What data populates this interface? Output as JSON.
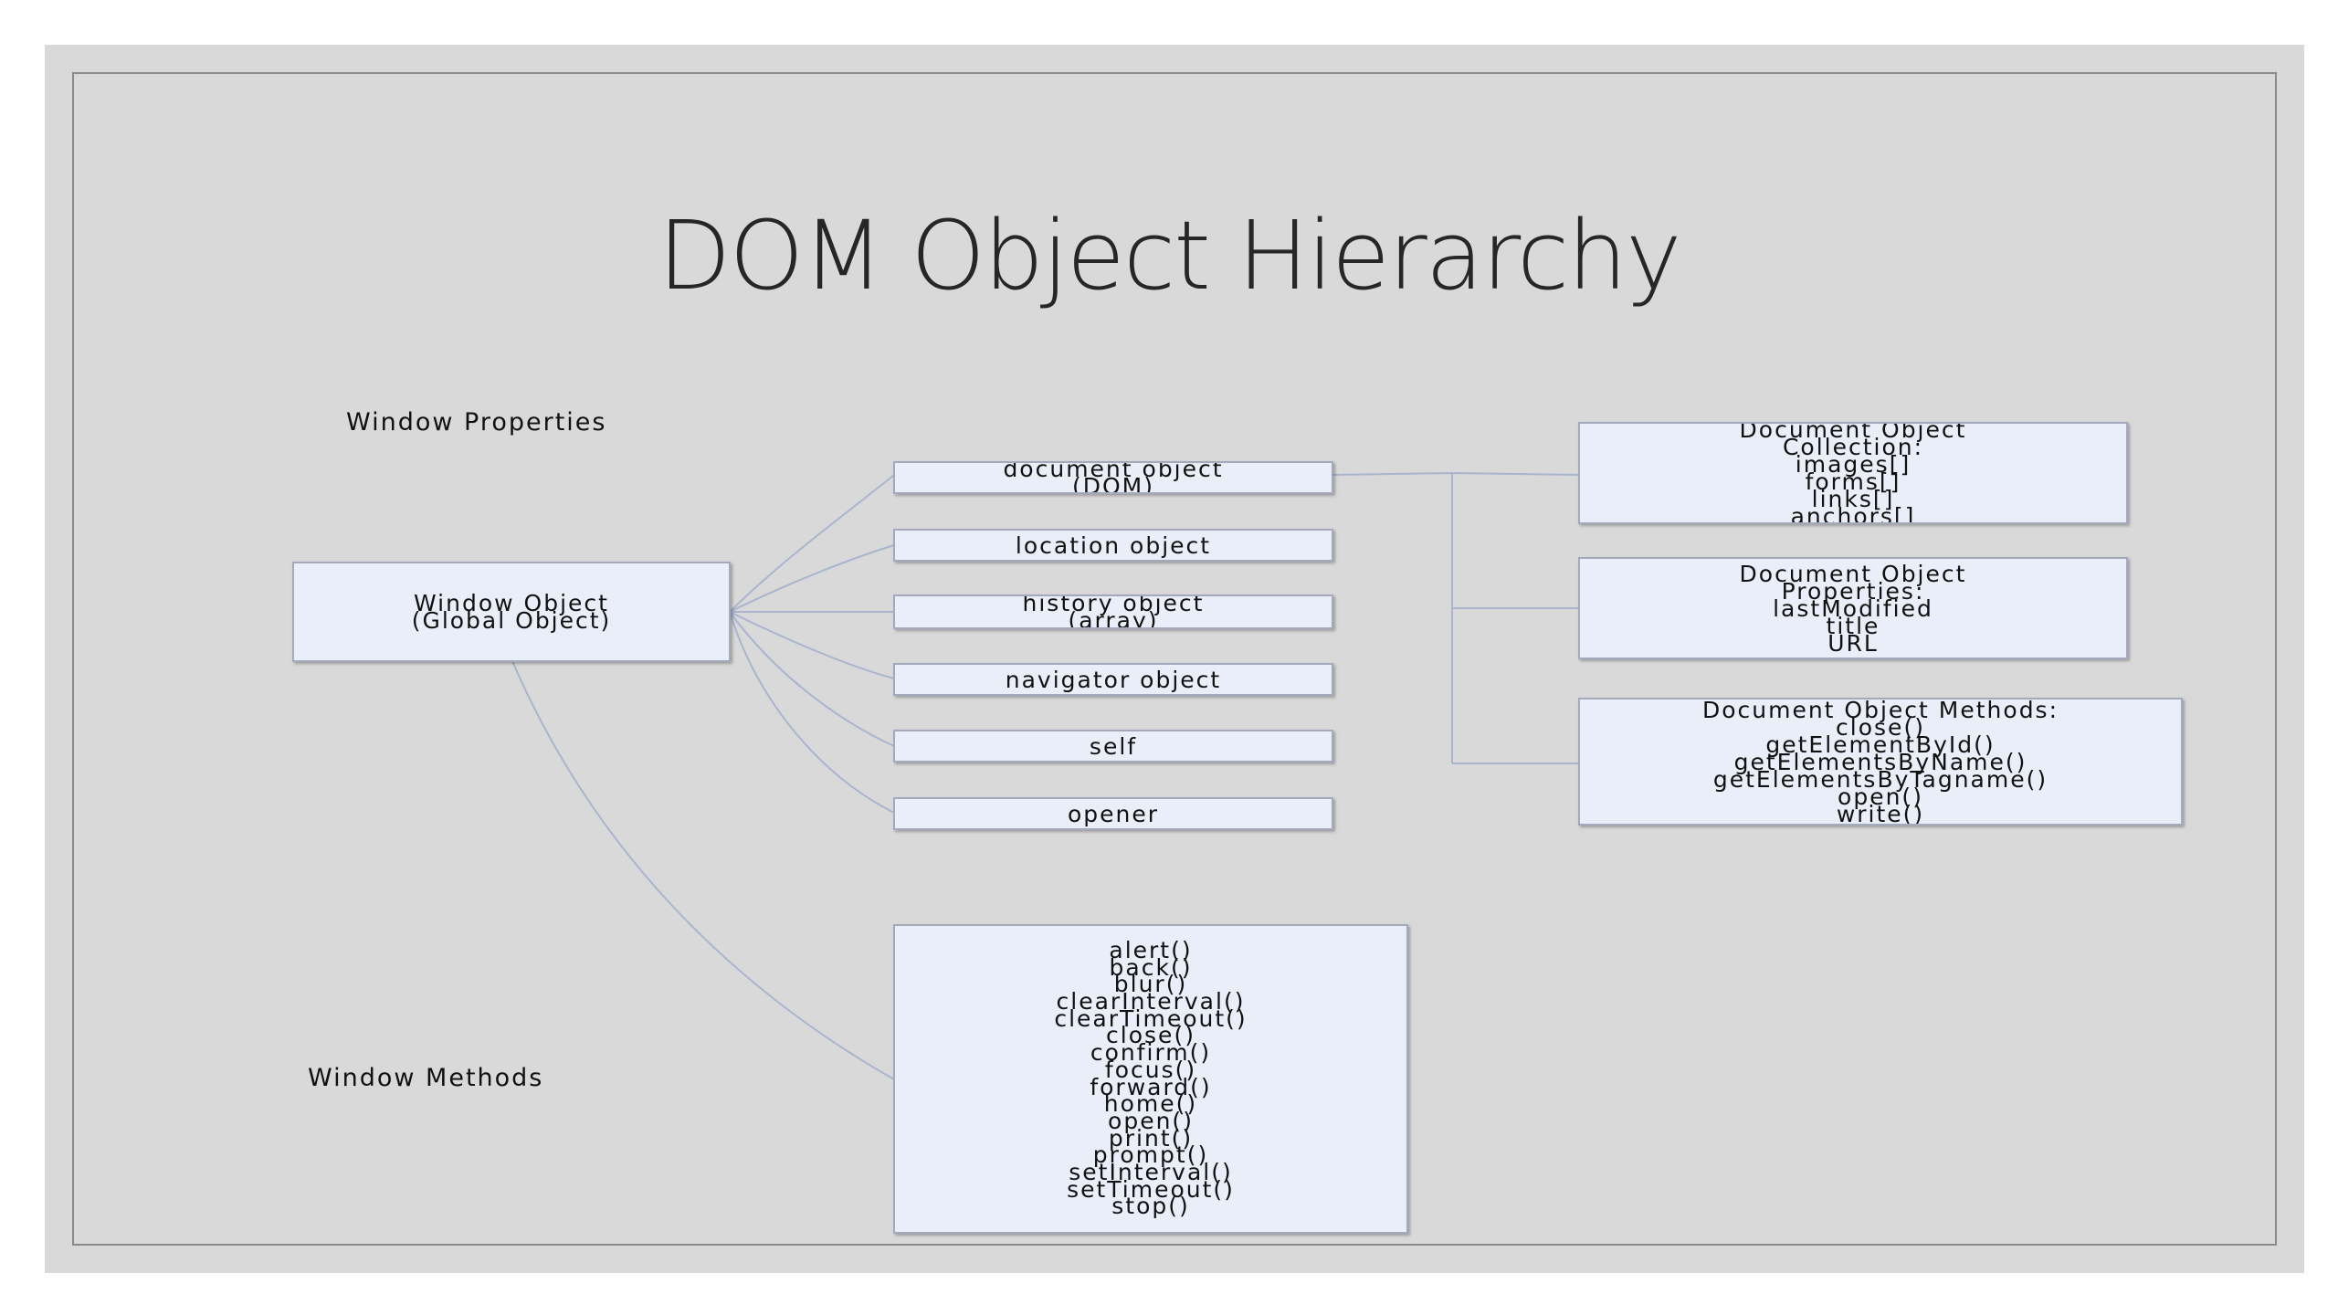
{
  "title": "DOM Object Hierarchy",
  "labels": {
    "window_properties": "Window Properties",
    "window_methods": "Window Methods"
  },
  "window_object": [
    "Window Object",
    "(Global Object)"
  ],
  "properties": [
    [
      "document object",
      "(DOM)"
    ],
    [
      "location object"
    ],
    [
      "history object",
      "(array)"
    ],
    [
      "navigator object"
    ],
    [
      "self"
    ],
    [
      "opener"
    ]
  ],
  "document": {
    "collection": [
      "Document Object",
      "Collection:",
      "images[]",
      "forms[]",
      "links[]",
      "anchors[]"
    ],
    "properties": [
      "Document Object",
      "Properties:",
      "lastModified",
      "title",
      "URL"
    ],
    "methods": [
      "Document Object Methods:",
      "close()",
      "getElementById()",
      "getElementsByName()",
      "getElementsByTagname()",
      "open()",
      "write()"
    ]
  },
  "window_methods_list": [
    "alert()",
    "back()",
    "blur()",
    "clearInterval()",
    "clearTimeout()",
    "close()",
    "confirm()",
    "focus()",
    "forward()",
    "home()",
    "open()",
    "print()",
    "prompt()",
    "setInterval()",
    "setTimeout()",
    "stop()"
  ],
  "colors": {
    "slide_background": "#d9d9d9",
    "box_fill": "#eaeef8",
    "box_border": "#a3aabb",
    "connector": "#a9b4ce",
    "text": "#111111"
  }
}
